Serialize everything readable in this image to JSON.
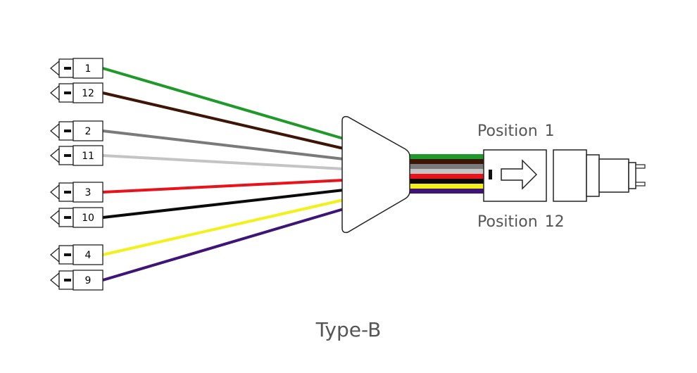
{
  "title": "Type-B",
  "position_top_label": "Position",
  "position_top_number": "1",
  "position_bottom_label": "Position",
  "position_bottom_number": "12",
  "fibers": [
    {
      "label": "1",
      "color": "#1f9a2a"
    },
    {
      "label": "12",
      "color": "#3d1505"
    },
    {
      "label": "2",
      "color": "#7a7a7a"
    },
    {
      "label": "11",
      "color": "#c4c4c4"
    },
    {
      "label": "3",
      "color": "#e8131a"
    },
    {
      "label": "10",
      "color": "#0a0a0a"
    },
    {
      "label": "4",
      "color": "#f2f21a"
    },
    {
      "label": "9",
      "color": "#3e1576"
    }
  ],
  "ribbon_colors": [
    "#1f9a2a",
    "#3d1505",
    "#7a7a7a",
    "#c4c4c4",
    "#e8131a",
    "#0a0a0a",
    "#f2f21a",
    "#3e1576"
  ],
  "icons": {
    "connector": "lc-connector-icon",
    "arrow": "right-arrow-icon"
  }
}
